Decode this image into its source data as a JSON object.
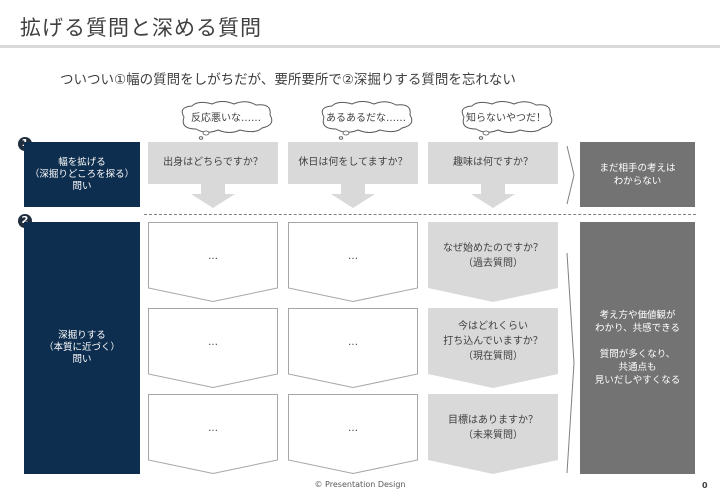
{
  "slide": {
    "title": "拡げる質問と深める質問",
    "subtitle": "ついつい①幅の質問をしがちだが、要所要所で②深掘りする質問を忘れない"
  },
  "thoughts": [
    "反応悪いな……",
    "あるあるだな……",
    "知らないやつだ！"
  ],
  "row1": {
    "badge": "1",
    "label_lines": [
      "幅を拡げる",
      "（深掘りどころを探る）",
      "問い"
    ],
    "questions": [
      "出身はどちらですか？",
      "休日は何をしてますか？",
      "趣味は何ですか？"
    ],
    "conclusion_lines": [
      "まだ相手の考えは",
      "わからない"
    ]
  },
  "row2": {
    "badge": "2",
    "label_lines": [
      "深掘りする",
      "（本質に近づく）",
      "問い"
    ],
    "placeholder": "…",
    "questions": [
      [
        "なぜ始めたのですか？",
        "（過去質問）"
      ],
      [
        "今はどれくらい",
        "打ち込んでいますか？",
        "（現在質問）"
      ],
      [
        "目標はありますか？",
        "（未来質問）"
      ]
    ],
    "conclusion_lines": [
      "考え方や価値観が",
      "わかり、共感できる",
      "",
      "質問が多くなり、",
      "共通点も",
      "見いだしやすくなる"
    ]
  },
  "footer": {
    "copyright": "© Presentation Design",
    "page_number": "0"
  },
  "colors": {
    "navy": "#0e2e4f",
    "grey_dark": "#737373",
    "grey_light": "#d9d9d9",
    "outline": "#a6a6a6"
  }
}
